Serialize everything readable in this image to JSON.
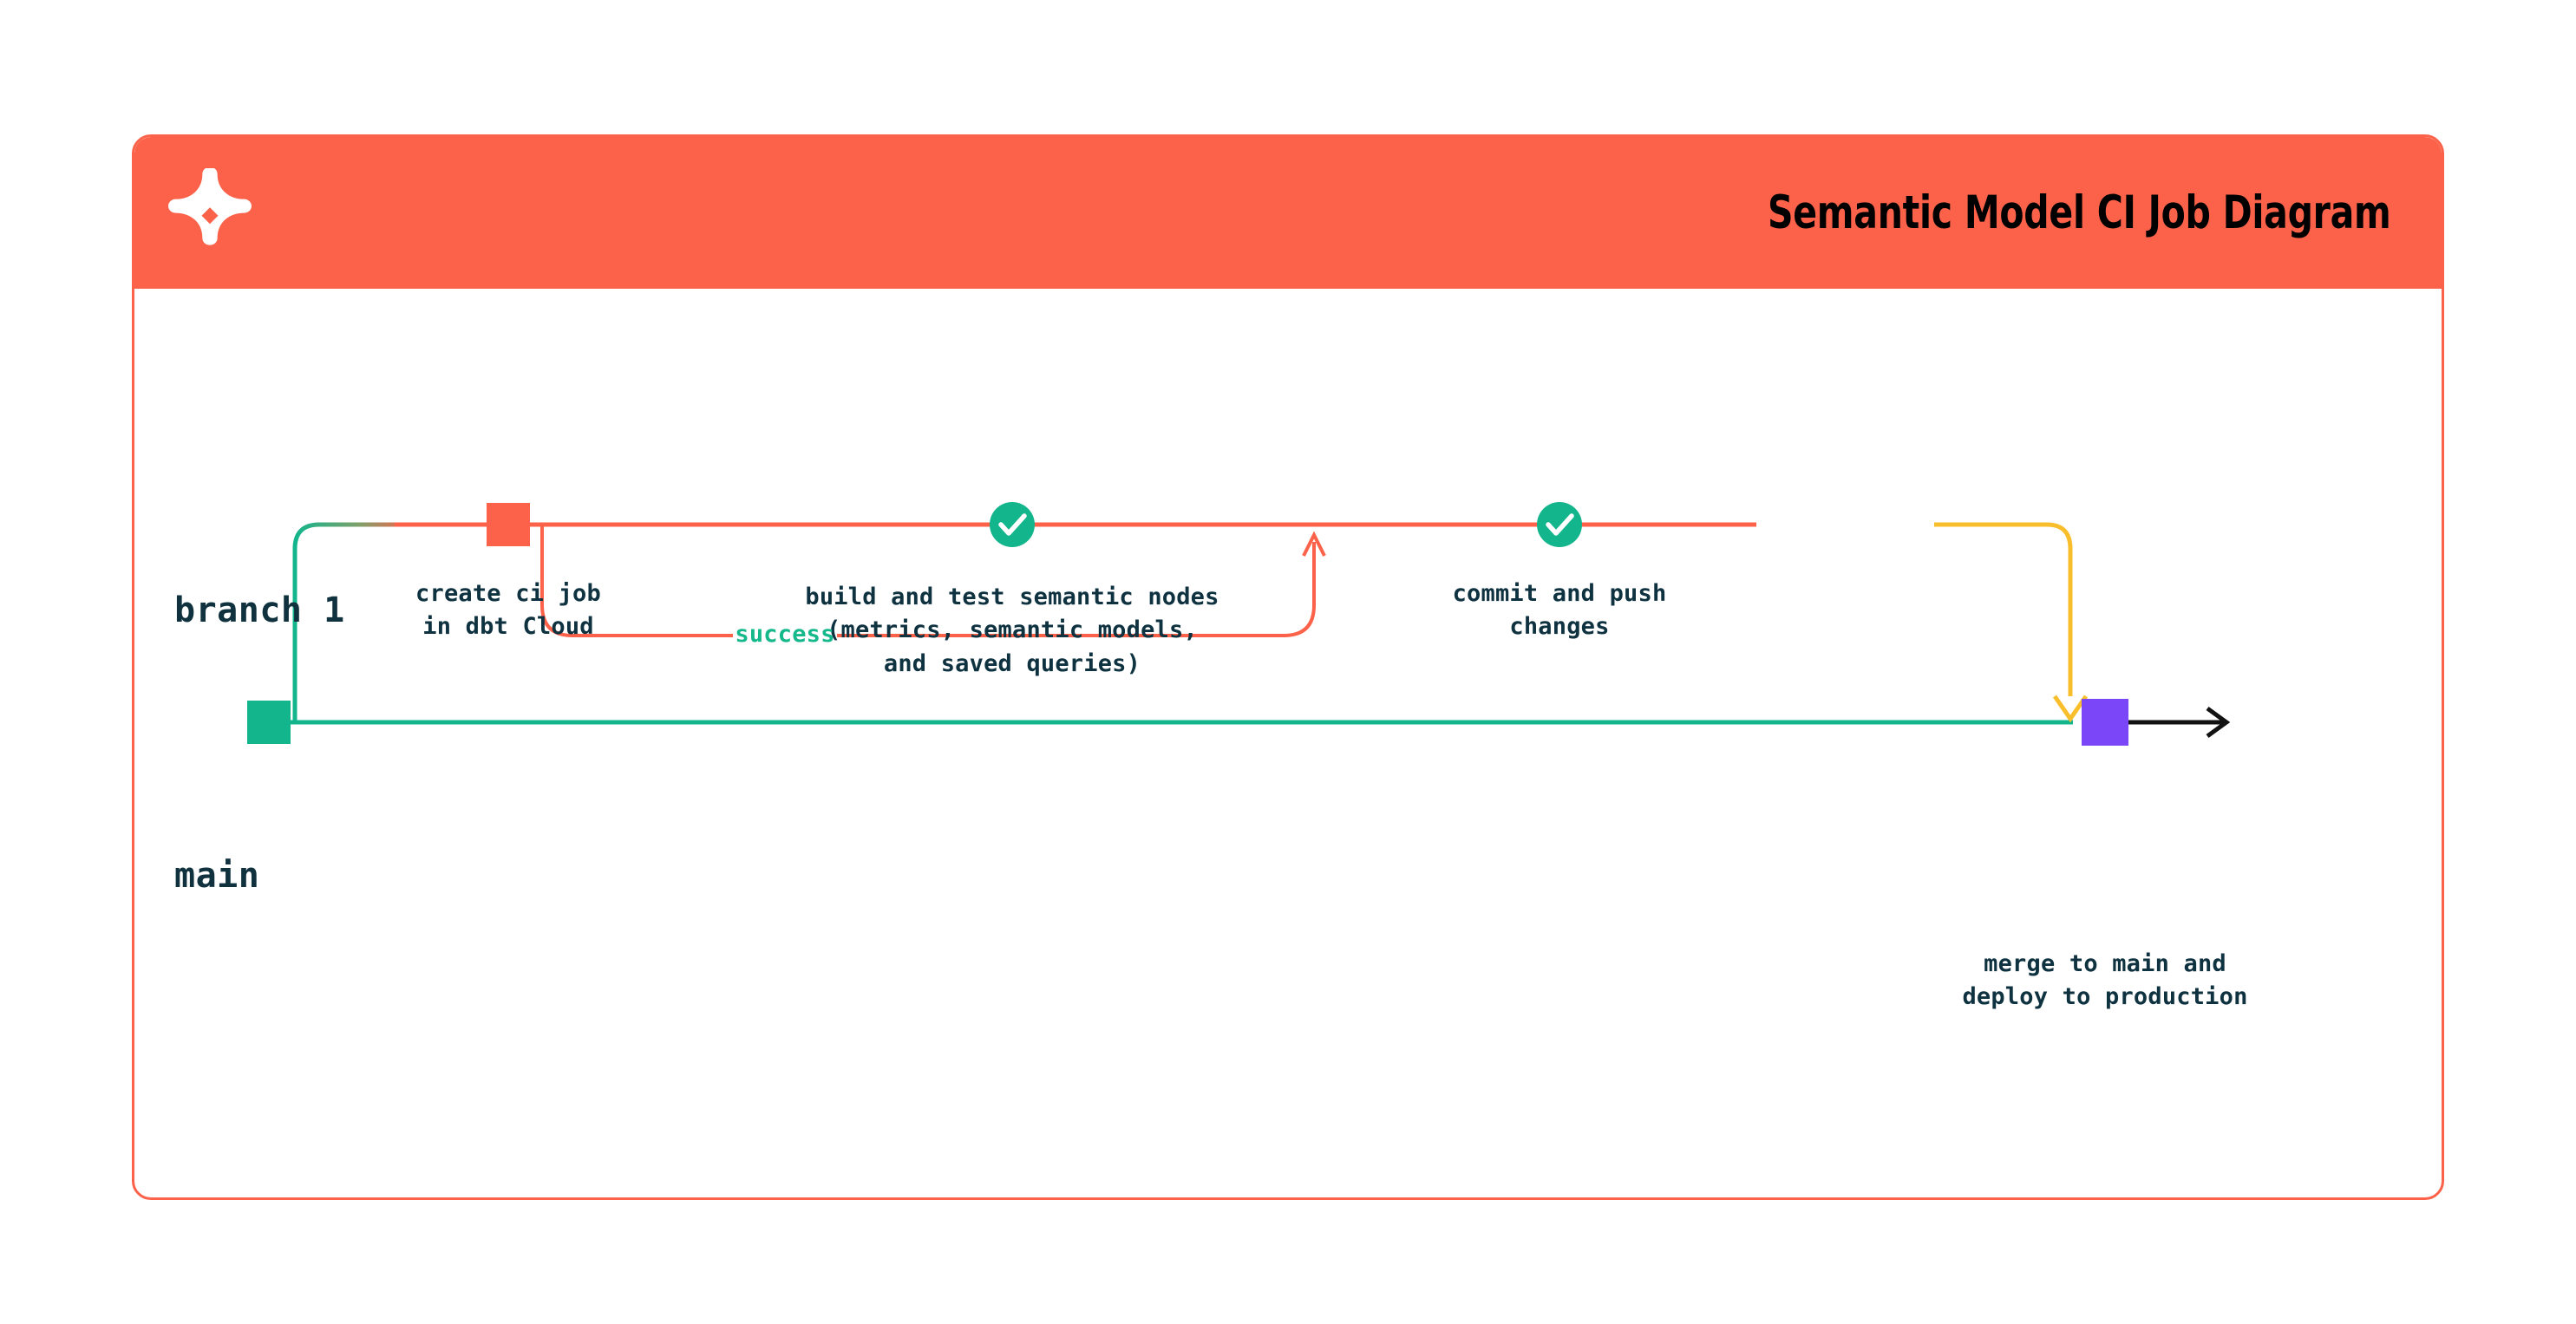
{
  "header": {
    "title": "Semantic Model CI Job Diagram",
    "logo_icon": "dbt-x-logo-icon",
    "background_color": "#FB6249",
    "title_color": "#000000"
  },
  "card": {
    "border_color": "#FB6249",
    "background_color": "#FFFFFF"
  },
  "colors": {
    "orange": "#FB6249",
    "green": "#12B58C",
    "teal_line": "#12B58C",
    "yellow": "#F9BE2C",
    "purple": "#7B46F8",
    "black": "#121212",
    "text_dark": "#0F3240",
    "white": "#FFFFFF"
  },
  "lanes": [
    {
      "id": "branch-1",
      "label": "branch 1"
    },
    {
      "id": "main",
      "label": "main"
    }
  ],
  "nodes": [
    {
      "id": "create-ci-job",
      "marker": "square",
      "marker_color": "#FB6249",
      "lane": "branch 1",
      "caption": "create ci job\nin dbt Cloud"
    },
    {
      "id": "build-and-test",
      "marker": "check-circle",
      "marker_color": "#12B58C",
      "lane": "branch 1",
      "caption": "build and test semantic nodes\n(metrics, semantic models,\nand saved queries)"
    },
    {
      "id": "commit-and-push",
      "marker": "check-circle",
      "marker_color": "#12B58C",
      "lane": "branch 1",
      "caption": "commit and push\nchanges"
    },
    {
      "id": "merge-to-main",
      "marker": "square",
      "marker_color": "#7B46F8",
      "lane": "main",
      "caption": "merge to main and\ndeploy to production"
    }
  ],
  "loop": {
    "id": "success-loop",
    "label": "success",
    "label_color": "#12B58C",
    "path_color": "#FB6249"
  },
  "lane_markers": {
    "main_square_color": "#12B58C",
    "main_square_icon": "commit-square-icon",
    "merge_square_color": "#7B46F8",
    "merge_square_icon": "merge-commit-square-icon"
  },
  "arrows": {
    "success_up_arrow": "arrow-up-icon",
    "merge_down_arrow": "arrow-down-icon",
    "main_forward_arrow": "arrow-right-icon"
  }
}
